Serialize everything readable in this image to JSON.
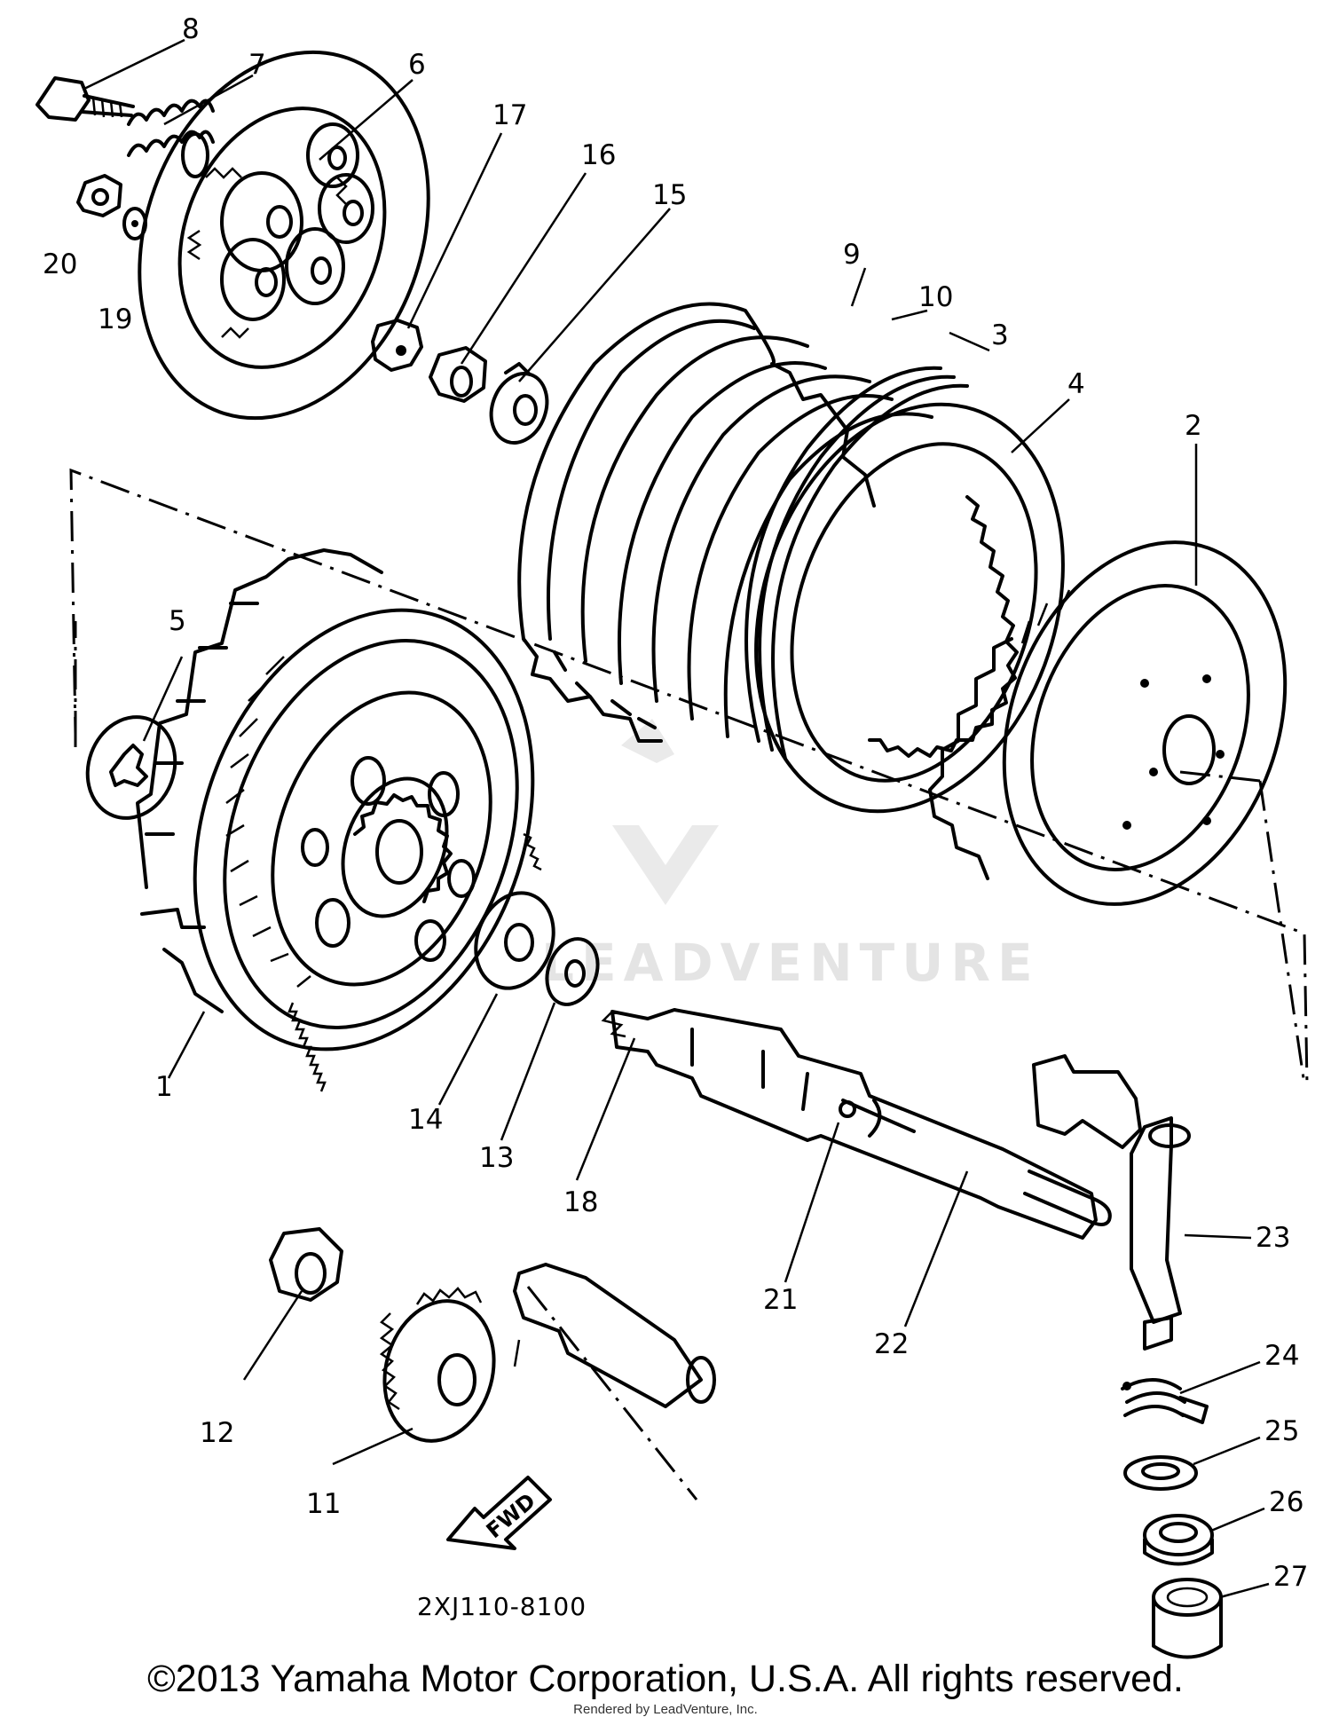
{
  "diagram": {
    "code": "2XJ110-8100",
    "fwd_label": "FWD",
    "callouts": [
      "1",
      "2",
      "3",
      "4",
      "5",
      "6",
      "7",
      "8",
      "9",
      "10",
      "11",
      "12",
      "13",
      "14",
      "15",
      "16",
      "17",
      "18",
      "19",
      "20",
      "21",
      "22",
      "23",
      "24",
      "25",
      "26",
      "27"
    ]
  },
  "watermark": {
    "text": "LEADVENTURE"
  },
  "footer": {
    "copyright": "©2013 Yamaha Motor Corporation, U.S.A. All rights reserved.",
    "rendered_by": "Rendered by LeadVenture, Inc."
  }
}
